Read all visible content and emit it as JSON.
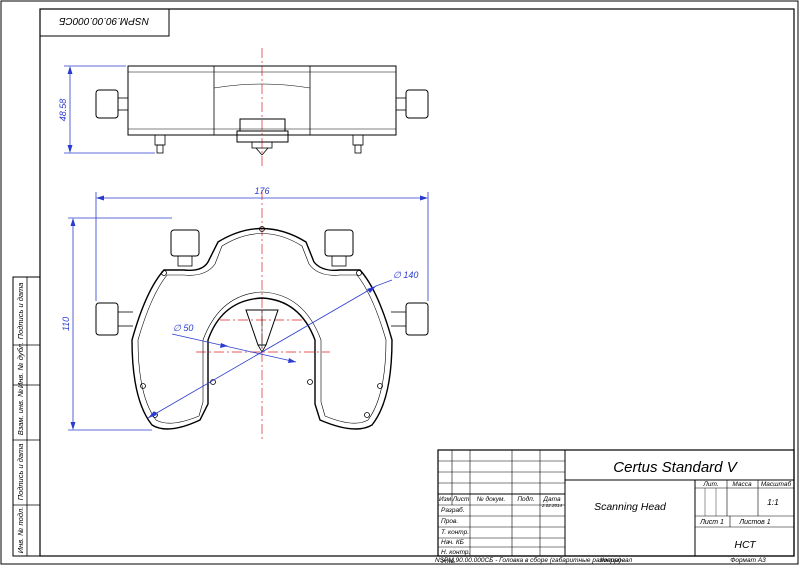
{
  "frame": {
    "corner_code": "NSPM.90.00.000СБ"
  },
  "top_view": {
    "height_dim": "48.58"
  },
  "front_view": {
    "width_dim": "176",
    "height_dim": "110",
    "dia_outer": "∅ 140",
    "dia_inner": "∅ 50"
  },
  "side_strip": {
    "labels": [
      "Подпись и дата",
      "Инв. № дубл.",
      "Взам. инв. №",
      "Подпись и дата",
      "Инв. № подл."
    ]
  },
  "title_block": {
    "product_name": "Certus Standard V",
    "part_name": "Scanning Head",
    "col_headers": [
      "Изм",
      "Лист",
      "№ докум.",
      "Подп.",
      "Дата"
    ],
    "row_labels": [
      "Разраб.",
      "Пров.",
      "Т. контр.",
      "Нач. КБ",
      "Н. контр.",
      "Утв."
    ],
    "dev_date": "2.02.2014",
    "lit_header": "Лит.",
    "mass_header": "Масса",
    "scale_header": "Масштаб",
    "scale_value": "1:1",
    "sheet": "Лист 1",
    "sheets": "Листов 1",
    "org": "НСТ",
    "format": "Формат А3"
  },
  "footer": {
    "doc_title": "NSPM.90.00.000СБ - Головка в сборе (габаритные размеры)",
    "copied": "Копировал"
  }
}
